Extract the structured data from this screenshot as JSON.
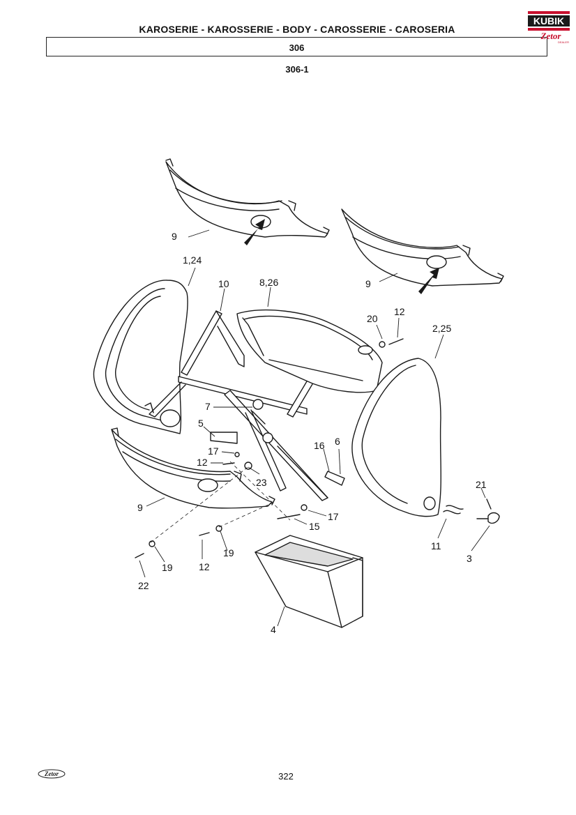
{
  "header": {
    "title": "KAROSERIE - KAROSSERIE - BODY - CAROSSERIE - CAROSERIA",
    "section_number": "306",
    "subsection_number": "306-1"
  },
  "logo": {
    "brand_text": "KUBIK",
    "sub_text": "Zetor",
    "dealer_text": "DEALER",
    "colors": {
      "primary": "#c8102e",
      "dark": "#1a1a1a"
    }
  },
  "callouts": [
    "9",
    "9",
    "1,24",
    "10",
    "8,26",
    "20",
    "12",
    "2,25",
    "7",
    "5",
    "17",
    "12",
    "23",
    "16",
    "6",
    "9",
    "21",
    "17",
    "15",
    "11",
    "3",
    "19",
    "12",
    "19",
    "22",
    "4"
  ],
  "footer": {
    "logo_text": "Zetor",
    "page_number": "322"
  }
}
